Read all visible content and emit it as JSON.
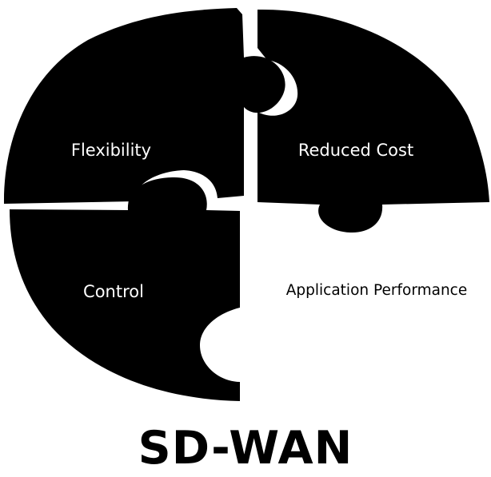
{
  "title": "SD-WAN",
  "pieces": [
    {
      "id": "top-left",
      "label": "Flexibility",
      "fill": true
    },
    {
      "id": "top-right",
      "label": "Reduced Cost",
      "fill": true
    },
    {
      "id": "bottom-left",
      "label": "Control",
      "fill": true
    },
    {
      "id": "bottom-right",
      "label": "Application Performance",
      "fill": false
    }
  ],
  "colors": {
    "piece": "#000000",
    "piece_text": "#ffffff",
    "background": "#ffffff"
  }
}
